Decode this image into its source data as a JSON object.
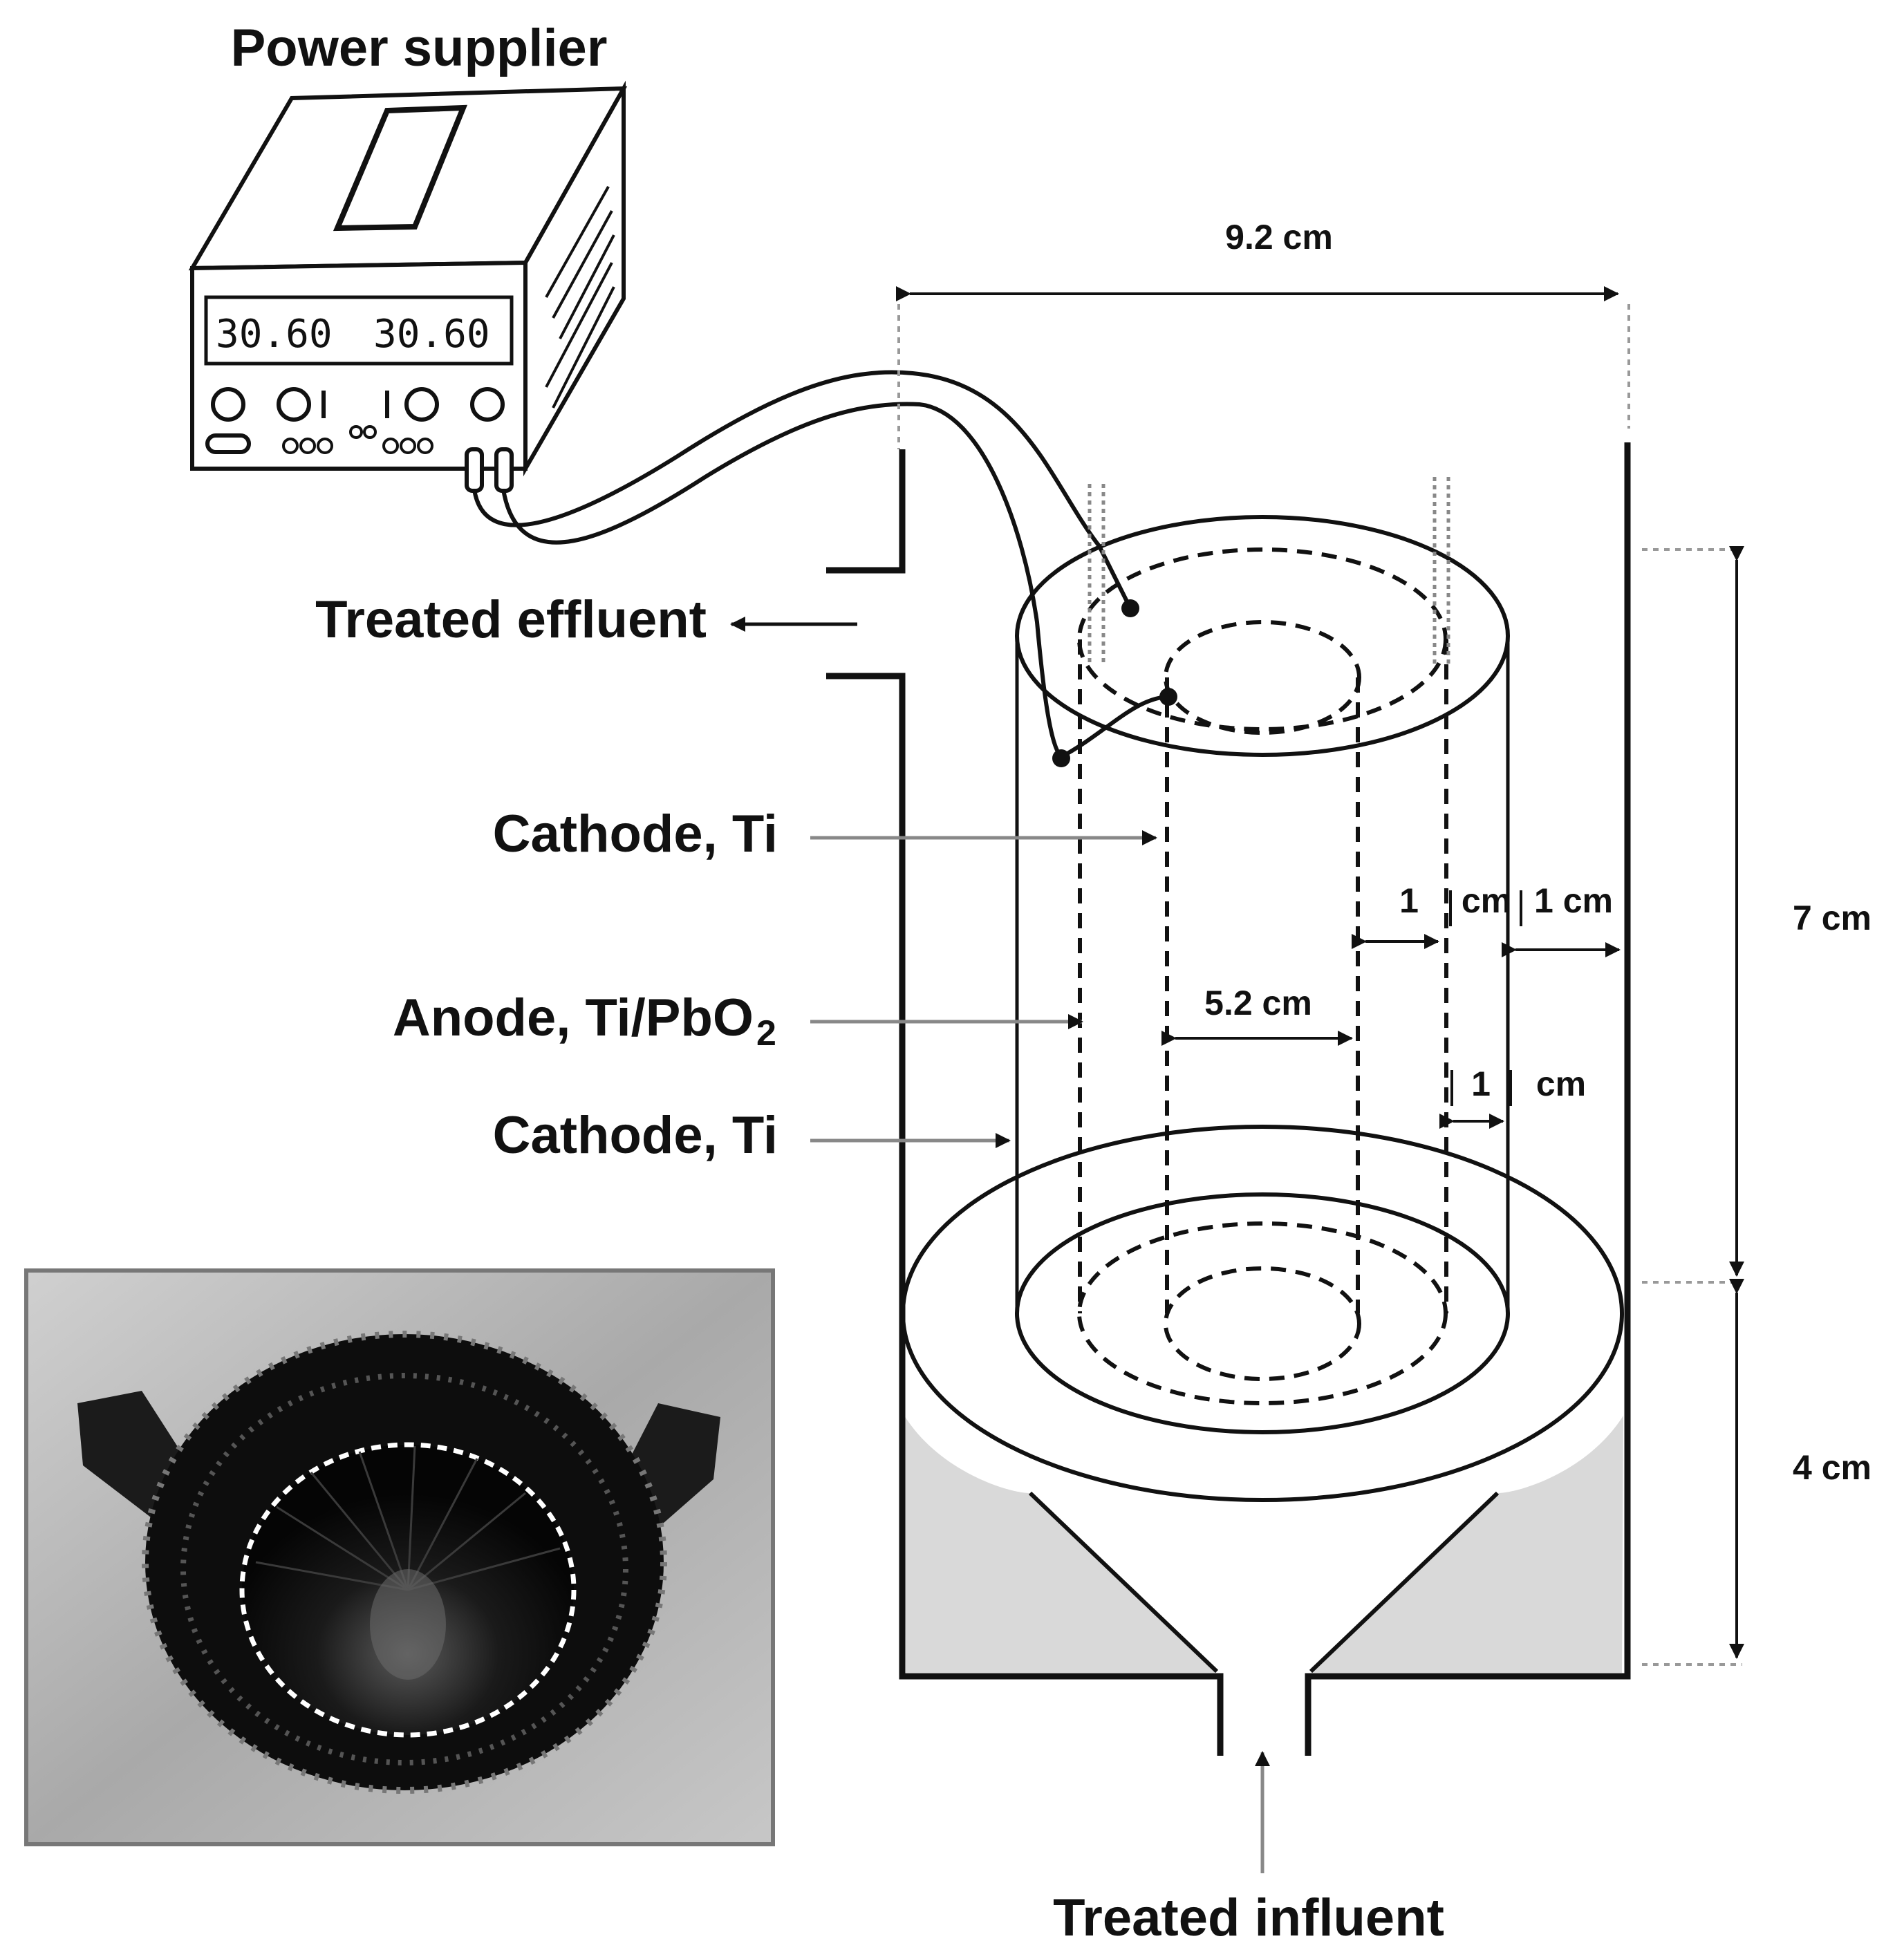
{
  "labels": {
    "power_supplier": "Power supplier",
    "treated_effluent": "Treated effluent",
    "cathode_inner": "Cathode, Ti",
    "anode": "Anode, Ti/PbO",
    "anode_subscript": "2",
    "cathode_outer": "Cathode, Ti",
    "treated_influent": "Treated influent"
  },
  "dimensions": {
    "width_total": "9.2 cm",
    "inner_diameter": "5.2 cm",
    "gap_a_num": "1",
    "gap_a_unit": "cm",
    "gap_b": "1 cm",
    "gap_c_num": "1",
    "gap_c_unit": "cm",
    "height_upper": "7 cm",
    "height_lower": "4 cm"
  },
  "power_supply_display": {
    "left": "30.60",
    "right": "30.60"
  },
  "photo": {
    "description_icon": "electrode-photo"
  },
  "colors": {
    "ink": "#111111",
    "cone_fill": "#d9d9d9",
    "photo_bg": "#b8b8b8"
  }
}
